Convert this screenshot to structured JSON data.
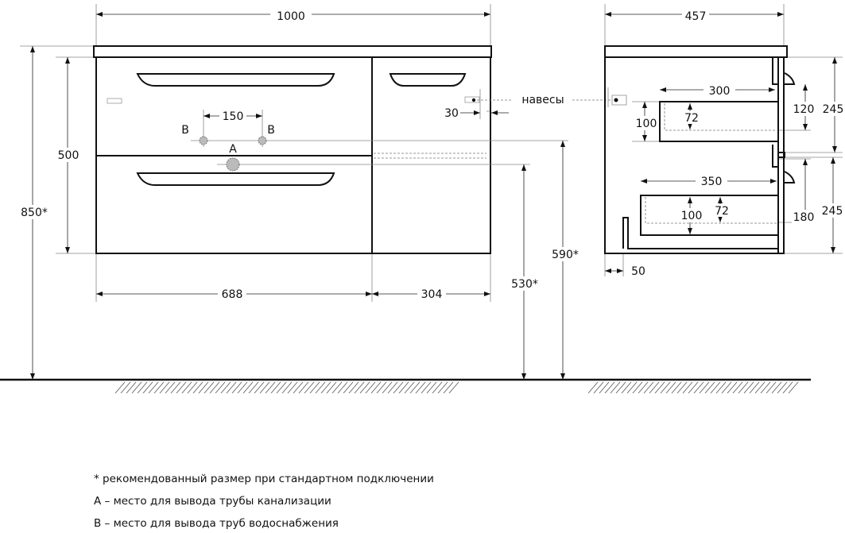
{
  "front_view": {
    "width": "1000",
    "height_total": "850*",
    "body_height": "500",
    "left_section": "688",
    "right_section": "304",
    "supply_spacing": "150",
    "label_b": "B",
    "label_a": "A",
    "supply_height": "590*",
    "drain_height": "530*",
    "hinge_offset": "30",
    "hinges_label": "навесы"
  },
  "side_view": {
    "depth": "457",
    "top_drawer_depth": "300",
    "top_drawer_height": "100",
    "top_drawer_inner": "72",
    "top_gap": "120",
    "top_front": "245",
    "bottom_drawer_depth": "350",
    "bottom_drawer_height": "100",
    "bottom_drawer_inner": "72",
    "bottom_gap": "180",
    "bottom_front": "245",
    "back_offset": "50"
  },
  "notes": [
    "* рекомендованный размер при стандартном подключении",
    "A – место для вывода трубы канализации",
    "B – место для вывода труб водоснабжения"
  ]
}
